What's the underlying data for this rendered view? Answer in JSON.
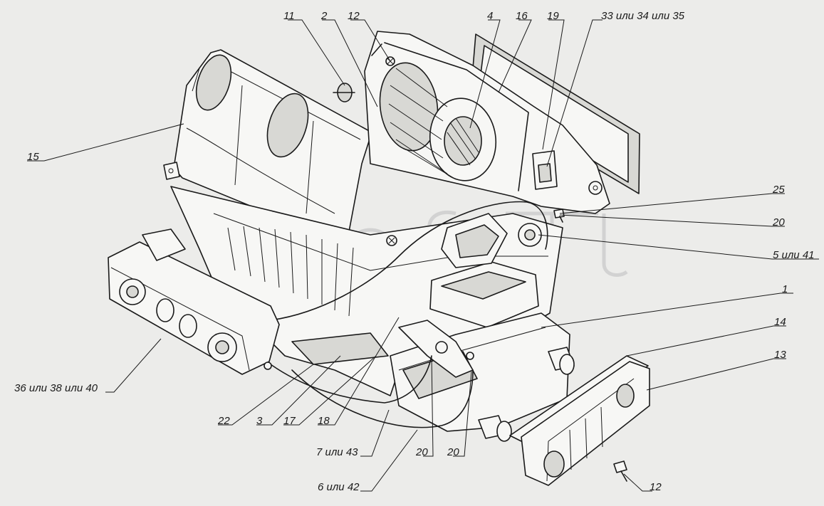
{
  "callouts": [
    {
      "id": "c11",
      "text": "11"
    },
    {
      "id": "c2",
      "text": "2"
    },
    {
      "id": "c12a",
      "text": "12"
    },
    {
      "id": "c4",
      "text": "4"
    },
    {
      "id": "c16",
      "text": "16"
    },
    {
      "id": "c19",
      "text": "19"
    },
    {
      "id": "c33",
      "text": "33 или 34 или 35"
    },
    {
      "id": "c15",
      "text": "15"
    },
    {
      "id": "c25",
      "text": "25"
    },
    {
      "id": "c20a",
      "text": "20"
    },
    {
      "id": "c5",
      "text": "5 или 41"
    },
    {
      "id": "c1",
      "text": "1"
    },
    {
      "id": "c14",
      "text": "14"
    },
    {
      "id": "c13",
      "text": "13"
    },
    {
      "id": "c36",
      "text": "36 или 38 или 40"
    },
    {
      "id": "c22",
      "text": "22"
    },
    {
      "id": "c3",
      "text": "3"
    },
    {
      "id": "c17",
      "text": "17"
    },
    {
      "id": "c18",
      "text": "18"
    },
    {
      "id": "c7",
      "text": "7 или 43"
    },
    {
      "id": "c20b",
      "text": "20"
    },
    {
      "id": "c20c",
      "text": "20"
    },
    {
      "id": "c6",
      "text": "6 или 42"
    },
    {
      "id": "c12b",
      "text": "12"
    }
  ],
  "watermark_icon": "watermark-logo"
}
